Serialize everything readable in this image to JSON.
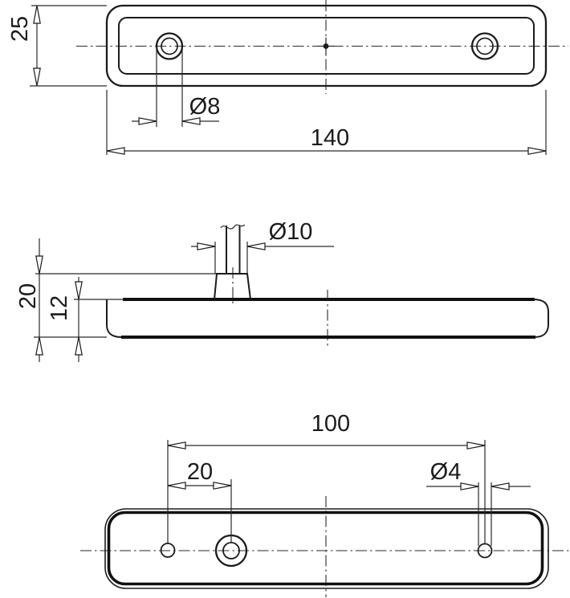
{
  "page": {
    "background": "#ffffff"
  },
  "drawing": {
    "type": "technical-drawing-three-views",
    "line_color": "#1b1b1b",
    "views": {
      "top_view": {
        "dims": {
          "height": "25",
          "hole_diameter": "Ø8",
          "width": "140"
        }
      },
      "front_view": {
        "dims": {
          "stud_diameter": "Ø10",
          "overall_height": "20",
          "body_height": "12"
        }
      },
      "bottom_view": {
        "dims": {
          "hole_spacing": "100",
          "hole_offset": "20",
          "hole_diameter": "Ø4"
        }
      }
    }
  }
}
